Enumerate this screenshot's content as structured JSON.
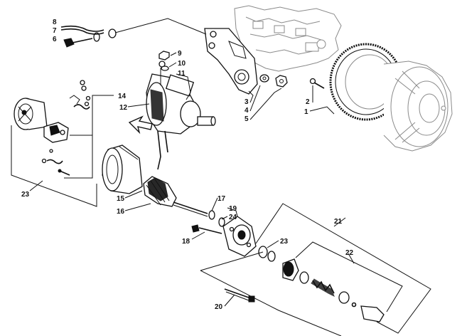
{
  "diagram": {
    "labels": [
      {
        "id": "lbl-1",
        "text": "1"
      },
      {
        "id": "lbl-2",
        "text": "2"
      },
      {
        "id": "lbl-3",
        "text": "3"
      },
      {
        "id": "lbl-4",
        "text": "4"
      },
      {
        "id": "lbl-5",
        "text": "5"
      },
      {
        "id": "lbl-6",
        "text": "6"
      },
      {
        "id": "lbl-7",
        "text": "7"
      },
      {
        "id": "lbl-8",
        "text": "8"
      },
      {
        "id": "lbl-9",
        "text": "9"
      },
      {
        "id": "lbl-10",
        "text": "10"
      },
      {
        "id": "lbl-11",
        "text": "11"
      },
      {
        "id": "lbl-12",
        "text": "12"
      },
      {
        "id": "lbl-14",
        "text": "14"
      },
      {
        "id": "lbl-15",
        "text": "15"
      },
      {
        "id": "lbl-16",
        "text": "16"
      },
      {
        "id": "lbl-17",
        "text": "17"
      },
      {
        "id": "lbl-18",
        "text": "18"
      },
      {
        "id": "lbl-19",
        "text": "19"
      },
      {
        "id": "lbl-20",
        "text": "20"
      },
      {
        "id": "lbl-21",
        "text": "21"
      },
      {
        "id": "lbl-22",
        "text": "22"
      },
      {
        "id": "lbl-23a",
        "text": "23"
      },
      {
        "id": "lbl-23b",
        "text": "23"
      },
      {
        "id": "lbl-24",
        "text": "24"
      }
    ]
  }
}
